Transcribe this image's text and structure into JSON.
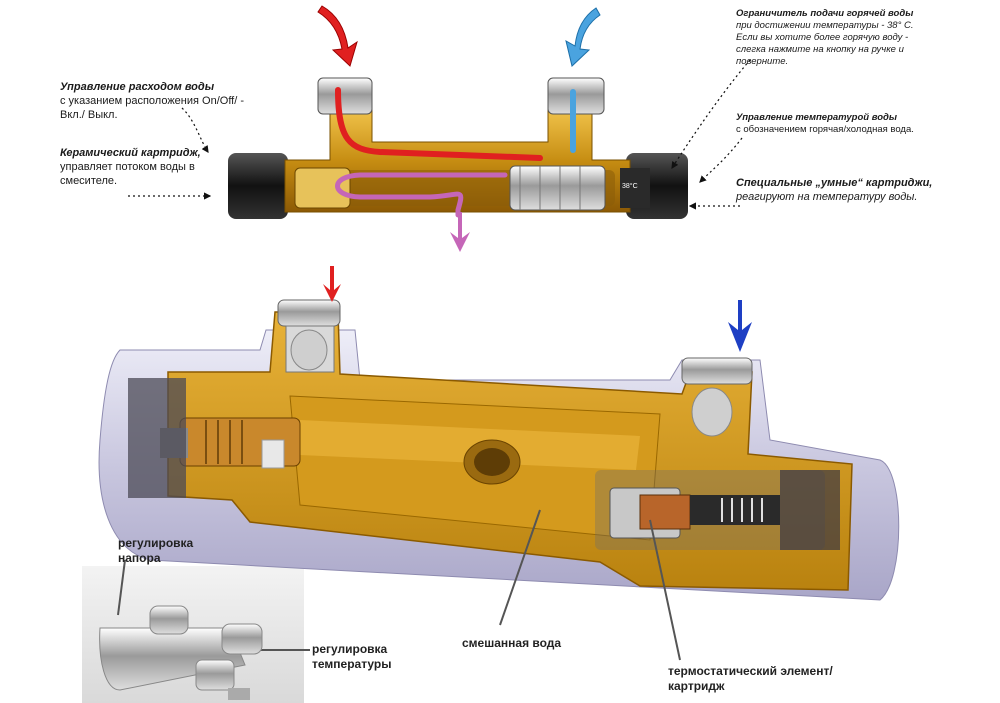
{
  "labels": {
    "flow_control": {
      "title": "Управление расходом воды",
      "desc": "с указанием расположения On/Off/ - Вкл./ Выкл."
    },
    "ceramic": {
      "title": "Керамический картридж,",
      "desc": "управляет потоком воды в смесителе."
    },
    "hot_limiter": {
      "title": "Ограничитель подачи горячей воды",
      "desc": "при достижении температуры - 38° С. Если вы хотите более горячую воду - слегка нажмите на кнопку на ручке и поверните."
    },
    "temp_control": {
      "title": "Управление температурой воды",
      "desc": "с обозначением горячая/холодная вода."
    },
    "smart": {
      "title": "Специальные „умные“ картриджи,",
      "desc": "реагируют на температуру воды."
    },
    "dial_temp": "38°C",
    "pressure": "регулировка напора",
    "temperature": "регулировка температуры",
    "mixed": "смешанная вода",
    "thermo": "термостатический элемент/ картридж"
  },
  "colors": {
    "hot_arrow": "#e02020",
    "cold_arrow": "#4aa3df",
    "cold_arrow_dark": "#1e3fc4",
    "mixed_arrow": "#c566b8",
    "brass": "#d9a521",
    "housing": "#d5d4e6"
  }
}
